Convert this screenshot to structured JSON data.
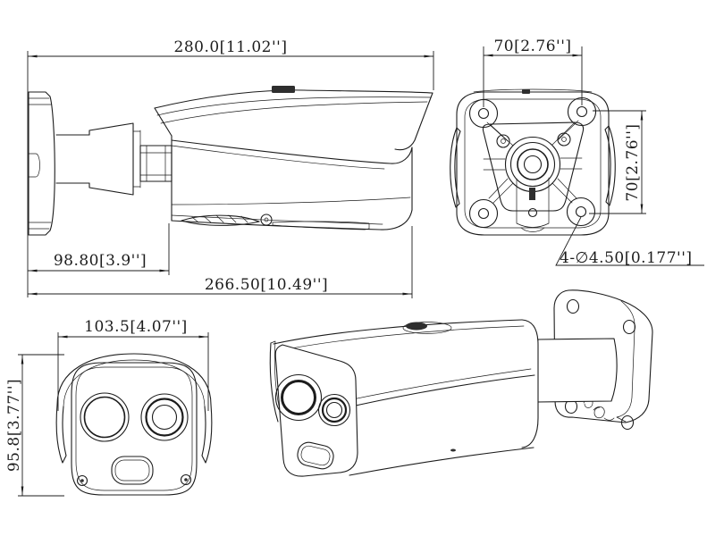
{
  "colors": {
    "line": "#1c1c1c",
    "background": "#ffffff",
    "accent_fill": "#2e2e2e"
  },
  "views": {
    "side": {
      "overall_length": "280.0[11.02'']",
      "rear_section_length": "98.80[3.9'']",
      "body_length": "266.50[10.49'']"
    },
    "rear": {
      "hole_spacing_horizontal": "70[2.76'']",
      "hole_spacing_vertical": "70[2.76'']",
      "mounting_holes": "4-∅4.50[0.177'']"
    },
    "front": {
      "width": "103.5[4.07'']",
      "height": "95.8[3.77'']"
    }
  }
}
